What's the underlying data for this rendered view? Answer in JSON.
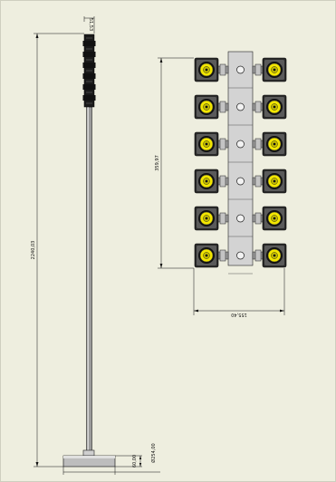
{
  "drawing": {
    "background_color": "#eeeedf",
    "line_color": "#111111",
    "lamp_yellow": "#f2e600",
    "dimensions": {
      "overall_height": "2240,03",
      "top_offset": "51,53",
      "array_height": "359,97",
      "array_width": "155,40",
      "base_height": "60,00",
      "base_diameter": "Ø254,00"
    },
    "lamp_rows": 6,
    "lamps_per_row": 2
  }
}
